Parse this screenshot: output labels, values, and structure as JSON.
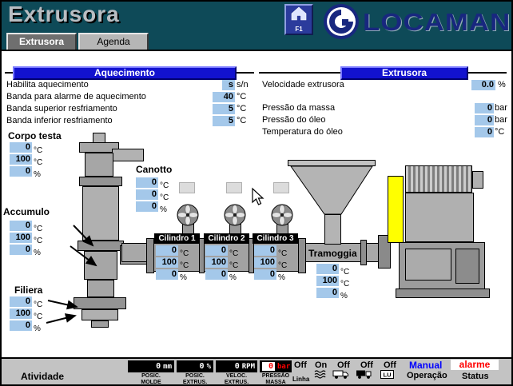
{
  "header": {
    "title": "Extrusora",
    "tabs": [
      {
        "label": "Extrusora"
      },
      {
        "label": "Agenda"
      }
    ],
    "home": {
      "label": "F1"
    },
    "brand": "LOCAMAN"
  },
  "panels": {
    "aquecimento": {
      "title": "Aquecimento",
      "rows": [
        {
          "label": "Habilita aquecimento",
          "value": "s",
          "unit": "s/n"
        },
        {
          "label": "Banda para alarme de aquecimento",
          "value": "40",
          "unit": "°C"
        },
        {
          "label": "Banda superior resfriamento",
          "value": "5",
          "unit": "°C"
        },
        {
          "label": "Banda inferior resfriamento",
          "value": "5",
          "unit": "°C"
        }
      ]
    },
    "extrusora": {
      "title": "Extrusora",
      "rows": [
        {
          "label": "Velocidade extrusora",
          "value": "0.0",
          "unit": "%"
        },
        {
          "label": "Pressão da massa",
          "value": "0",
          "unit": "bar"
        },
        {
          "label": "Pressão do óleo",
          "value": "0",
          "unit": "bar"
        },
        {
          "label": "Temperatura do óleo",
          "value": "0",
          "unit": "°C"
        }
      ]
    }
  },
  "zones": {
    "corpo_testa": {
      "label": "Corpo testa",
      "rows": [
        {
          "value": "0",
          "unit": "°C"
        },
        {
          "value": "100",
          "unit": "°C"
        },
        {
          "value": "0",
          "unit": "%"
        }
      ]
    },
    "canotto": {
      "label": "Canotto",
      "rows": [
        {
          "value": "0",
          "unit": "°C"
        },
        {
          "value": "0",
          "unit": "°C"
        },
        {
          "value": "0",
          "unit": "%"
        }
      ]
    },
    "accumulo": {
      "label": "Accumulo",
      "rows": [
        {
          "value": "0",
          "unit": "°C"
        },
        {
          "value": "100",
          "unit": "°C"
        },
        {
          "value": "0",
          "unit": "%"
        }
      ]
    },
    "filiera": {
      "label": "Filiera",
      "rows": [
        {
          "value": "0",
          "unit": "°C"
        },
        {
          "value": "100",
          "unit": "°C"
        },
        {
          "value": "0",
          "unit": "%"
        }
      ]
    },
    "cilindro1": {
      "label": "Cilindro 1",
      "rows": [
        {
          "value": "0",
          "unit": "°C"
        },
        {
          "value": "100",
          "unit": "°C"
        },
        {
          "value": "0",
          "unit": "%"
        }
      ]
    },
    "cilindro2": {
      "label": "Cilindro 2",
      "rows": [
        {
          "value": "0",
          "unit": "°C"
        },
        {
          "value": "100",
          "unit": "°C"
        },
        {
          "value": "0",
          "unit": "%"
        }
      ]
    },
    "cilindro3": {
      "label": "Cilindro 3",
      "rows": [
        {
          "value": "0",
          "unit": "°C"
        },
        {
          "value": "100",
          "unit": "°C"
        },
        {
          "value": "0",
          "unit": "%"
        }
      ]
    },
    "tramoggia": {
      "label": "Tramoggia",
      "rows": [
        {
          "value": "0",
          "unit": "°C"
        },
        {
          "value": "100",
          "unit": "°C"
        },
        {
          "value": "0",
          "unit": "%"
        }
      ]
    }
  },
  "status_bar": {
    "activity_label": "Atividade",
    "displays": [
      {
        "value": "0",
        "unit": "mm",
        "caption1": "POSIC.",
        "caption2": "MOLDE"
      },
      {
        "value": "0",
        "unit": "%",
        "caption1": "POSIC.",
        "caption2": "EXTRUS."
      },
      {
        "value": "0",
        "unit": "RPM",
        "caption1": "VELOC.",
        "caption2": "EXTRUS."
      },
      {
        "value": "0",
        "unit": "bar",
        "caption1": "PRESSÃO",
        "caption2": "MASSA"
      }
    ],
    "linha": {
      "off": "Off",
      "on": "On",
      "label": "Linha"
    },
    "switches": [
      {
        "state": "Off"
      },
      {
        "state": "Off"
      },
      {
        "state": "Off"
      }
    ],
    "lu_label": "LU",
    "mode": {
      "value": "Manual",
      "label": "Operação"
    },
    "alarm": {
      "value": "alarme",
      "label": "Status"
    }
  },
  "colors": {
    "header_teal": "#0e4a58",
    "section_blue": "#1212cf",
    "value_field_blue": "#a4c8ea",
    "alarm_red": "#ff0000",
    "manual_blue": "#0000ff",
    "machine_yellow": "#ffff00"
  }
}
